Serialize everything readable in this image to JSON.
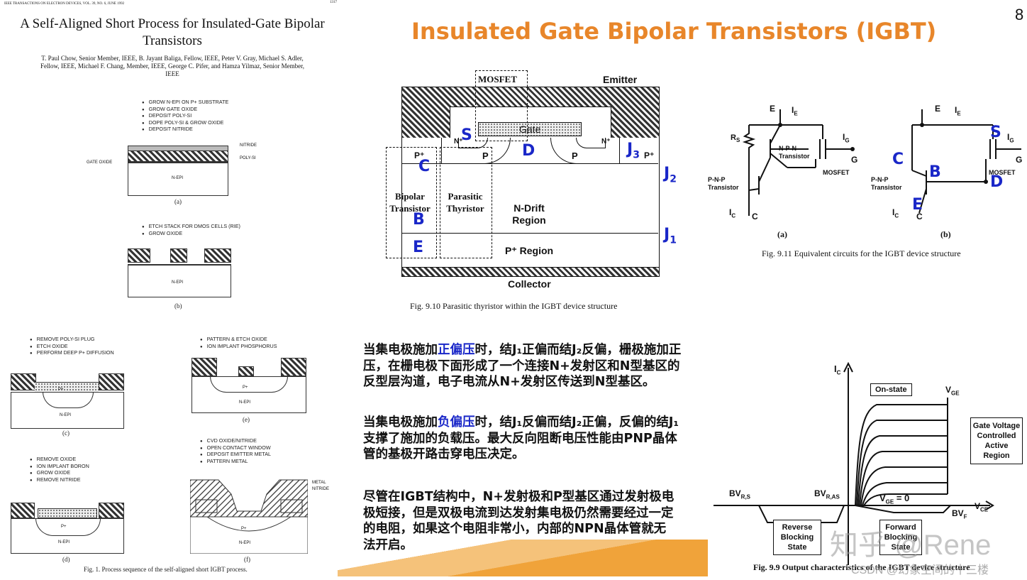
{
  "page_number": "8",
  "slide_title": "Insulated Gate Bipolar Transistors (IGBT)",
  "paper": {
    "journal_header": "IEEE TRANSACTIONS ON ELECTRON DEVICES, VOL. 39, NO. 6, JUNE 1992",
    "page": "1317",
    "title": "A Self-Aligned Short Process for Insulated-Gate Bipolar Transistors",
    "authors": "T. Paul Chow, Senior Member, IEEE, B. Jayant Baliga, Fellow, IEEE, Peter V. Gray, Michael S. Adler, Fellow, IEEE, Michael F. Chang, Member, IEEE, George C. Pifer, and Hamza Yilmaz, Senior Member, IEEE",
    "steps_a": [
      "GROW N-EPI ON P+ SUBSTRATE",
      "GROW GATE OXIDE",
      "DEPOSIT POLY-SI",
      "DOPE POLY-SI & GROW OXIDE",
      "DEPOSIT NITRIDE"
    ],
    "steps_b": [
      "ETCH STACK FOR DMOS CELLS (RIE)",
      "GROW OXIDE"
    ],
    "steps_c": [
      "REMOVE POLY-SI PLUG",
      "ETCH OXIDE",
      "PERFORM DEEP P+ DIFFUSION"
    ],
    "steps_d": [
      "REMOVE OXIDE",
      "ION IMPLANT BORON",
      "GROW OXIDE",
      "REMOVE NITRIDE"
    ],
    "steps_e": [
      "PATTERN & ETCH OXIDE",
      "ION IMPLANT PHOSPHORUS"
    ],
    "steps_f": [
      "CVD OXIDE/NITRIDE",
      "OPEN CONTACT WINDOW",
      "DEPOSIT EMITTER METAL",
      "PATTERN METAL"
    ],
    "labels": {
      "nitride": "NITRIDE",
      "polysi": "POLY-SI",
      "gate_oxide": "GATE OXIDE",
      "nepi": "N-EPI",
      "pplus": "P+",
      "metal": "METAL"
    },
    "subcaps": [
      "(a)",
      "(b)",
      "(c)",
      "(d)",
      "(e)",
      "(f)"
    ],
    "fig_caption": "Fig. 1.  Process sequence of the self-aligned short IGBT process."
  },
  "structure_fig": {
    "mosfet": "MOSFET",
    "emitter": "Emitter",
    "gate": "Gate",
    "nplus": "N⁺",
    "p": "P",
    "pplus": "P⁺",
    "bipolar": "Bipolar Transistor",
    "parasitic": "Parasitic Thyristor",
    "drift": "N-Drift Region",
    "pregion": "P⁺ Region",
    "collector": "Collector",
    "caption": "Fig. 9.10  Parasitic thyristor within the IGBT device structure",
    "overlay": {
      "S": "S",
      "D": "D",
      "C": "C",
      "B": "B",
      "E": "E",
      "J3": "J",
      "J3sub": "3",
      "J2": "J",
      "J2sub": "2",
      "J1": "J",
      "J1sub": "1"
    }
  },
  "circuit_fig": {
    "E": "E",
    "IE": "I",
    "IEsub": "E",
    "RS": "R",
    "RSsub": "S",
    "IG": "I",
    "IGsub": "G",
    "G": "G",
    "npn": "N-P-N Transistor",
    "pnp": "P-N-P Transistor",
    "mosfet": "MOSFET",
    "IC": "I",
    "ICsub": "C",
    "C": "C",
    "a": "(a)",
    "b": "(b)",
    "caption": "Fig. 9.11  Equivalent circuits for the IGBT device structure",
    "overlay": {
      "S": "S",
      "C": "C",
      "B": "B",
      "D": "D",
      "E": "E"
    }
  },
  "description": {
    "p1_pre": "当集电极施加",
    "p1_hl": "正偏压",
    "p1_post": "时，结J₁正偏而结J₂反偏，栅极施加正压，在栅电极下面形成了一个连接N+发射区和N型基区的反型层沟道，电子电流从N+发射区传送到N型基区。",
    "p2_pre": "当集电极施加",
    "p2_hl": "负偏压",
    "p2_post": "时，结J₁反偏而结J₂正偏，反偏的结J₁支撑了施加的负载压。最大反向阻断电压性能由PNP晶体管的基极开路击穿电压决定。",
    "p3": "尽管在IGBT结构中，N+发射极和P型基区通过发射极电极短接，但是双极电流到达发射集电极仍然需要经过一定的电阻，如果这个电阻非常小，内部的NPN晶体管就无法开启。"
  },
  "output_fig": {
    "ic": "I",
    "icsub": "C",
    "onstate": "On-state",
    "vge": "V",
    "vgesub": "GE",
    "gate_region": "Gate Voltage Controlled Active Region",
    "bvrs": "BV",
    "bvrssub": "R,S",
    "bvras": "BV",
    "bvrassub": "R,AS",
    "vge0": "V",
    "vge0sub": "GE",
    "vge0val": " = 0",
    "vce": "V",
    "vcesub": "CE",
    "bvf": "BV",
    "bvfsub": "F",
    "reverse": "Reverse Blocking State",
    "forward": "Forward Blocking State",
    "caption": "Fig. 9.9  Output characteristics of the IGBT device structure"
  },
  "watermark": {
    "zhihu": "知乎 @Rene",
    "csdn": "CSDN @幻象空间的十三楼"
  },
  "colors": {
    "title": "#E8862A",
    "accent": "#1a27c8",
    "banner": "#F0A33A"
  }
}
